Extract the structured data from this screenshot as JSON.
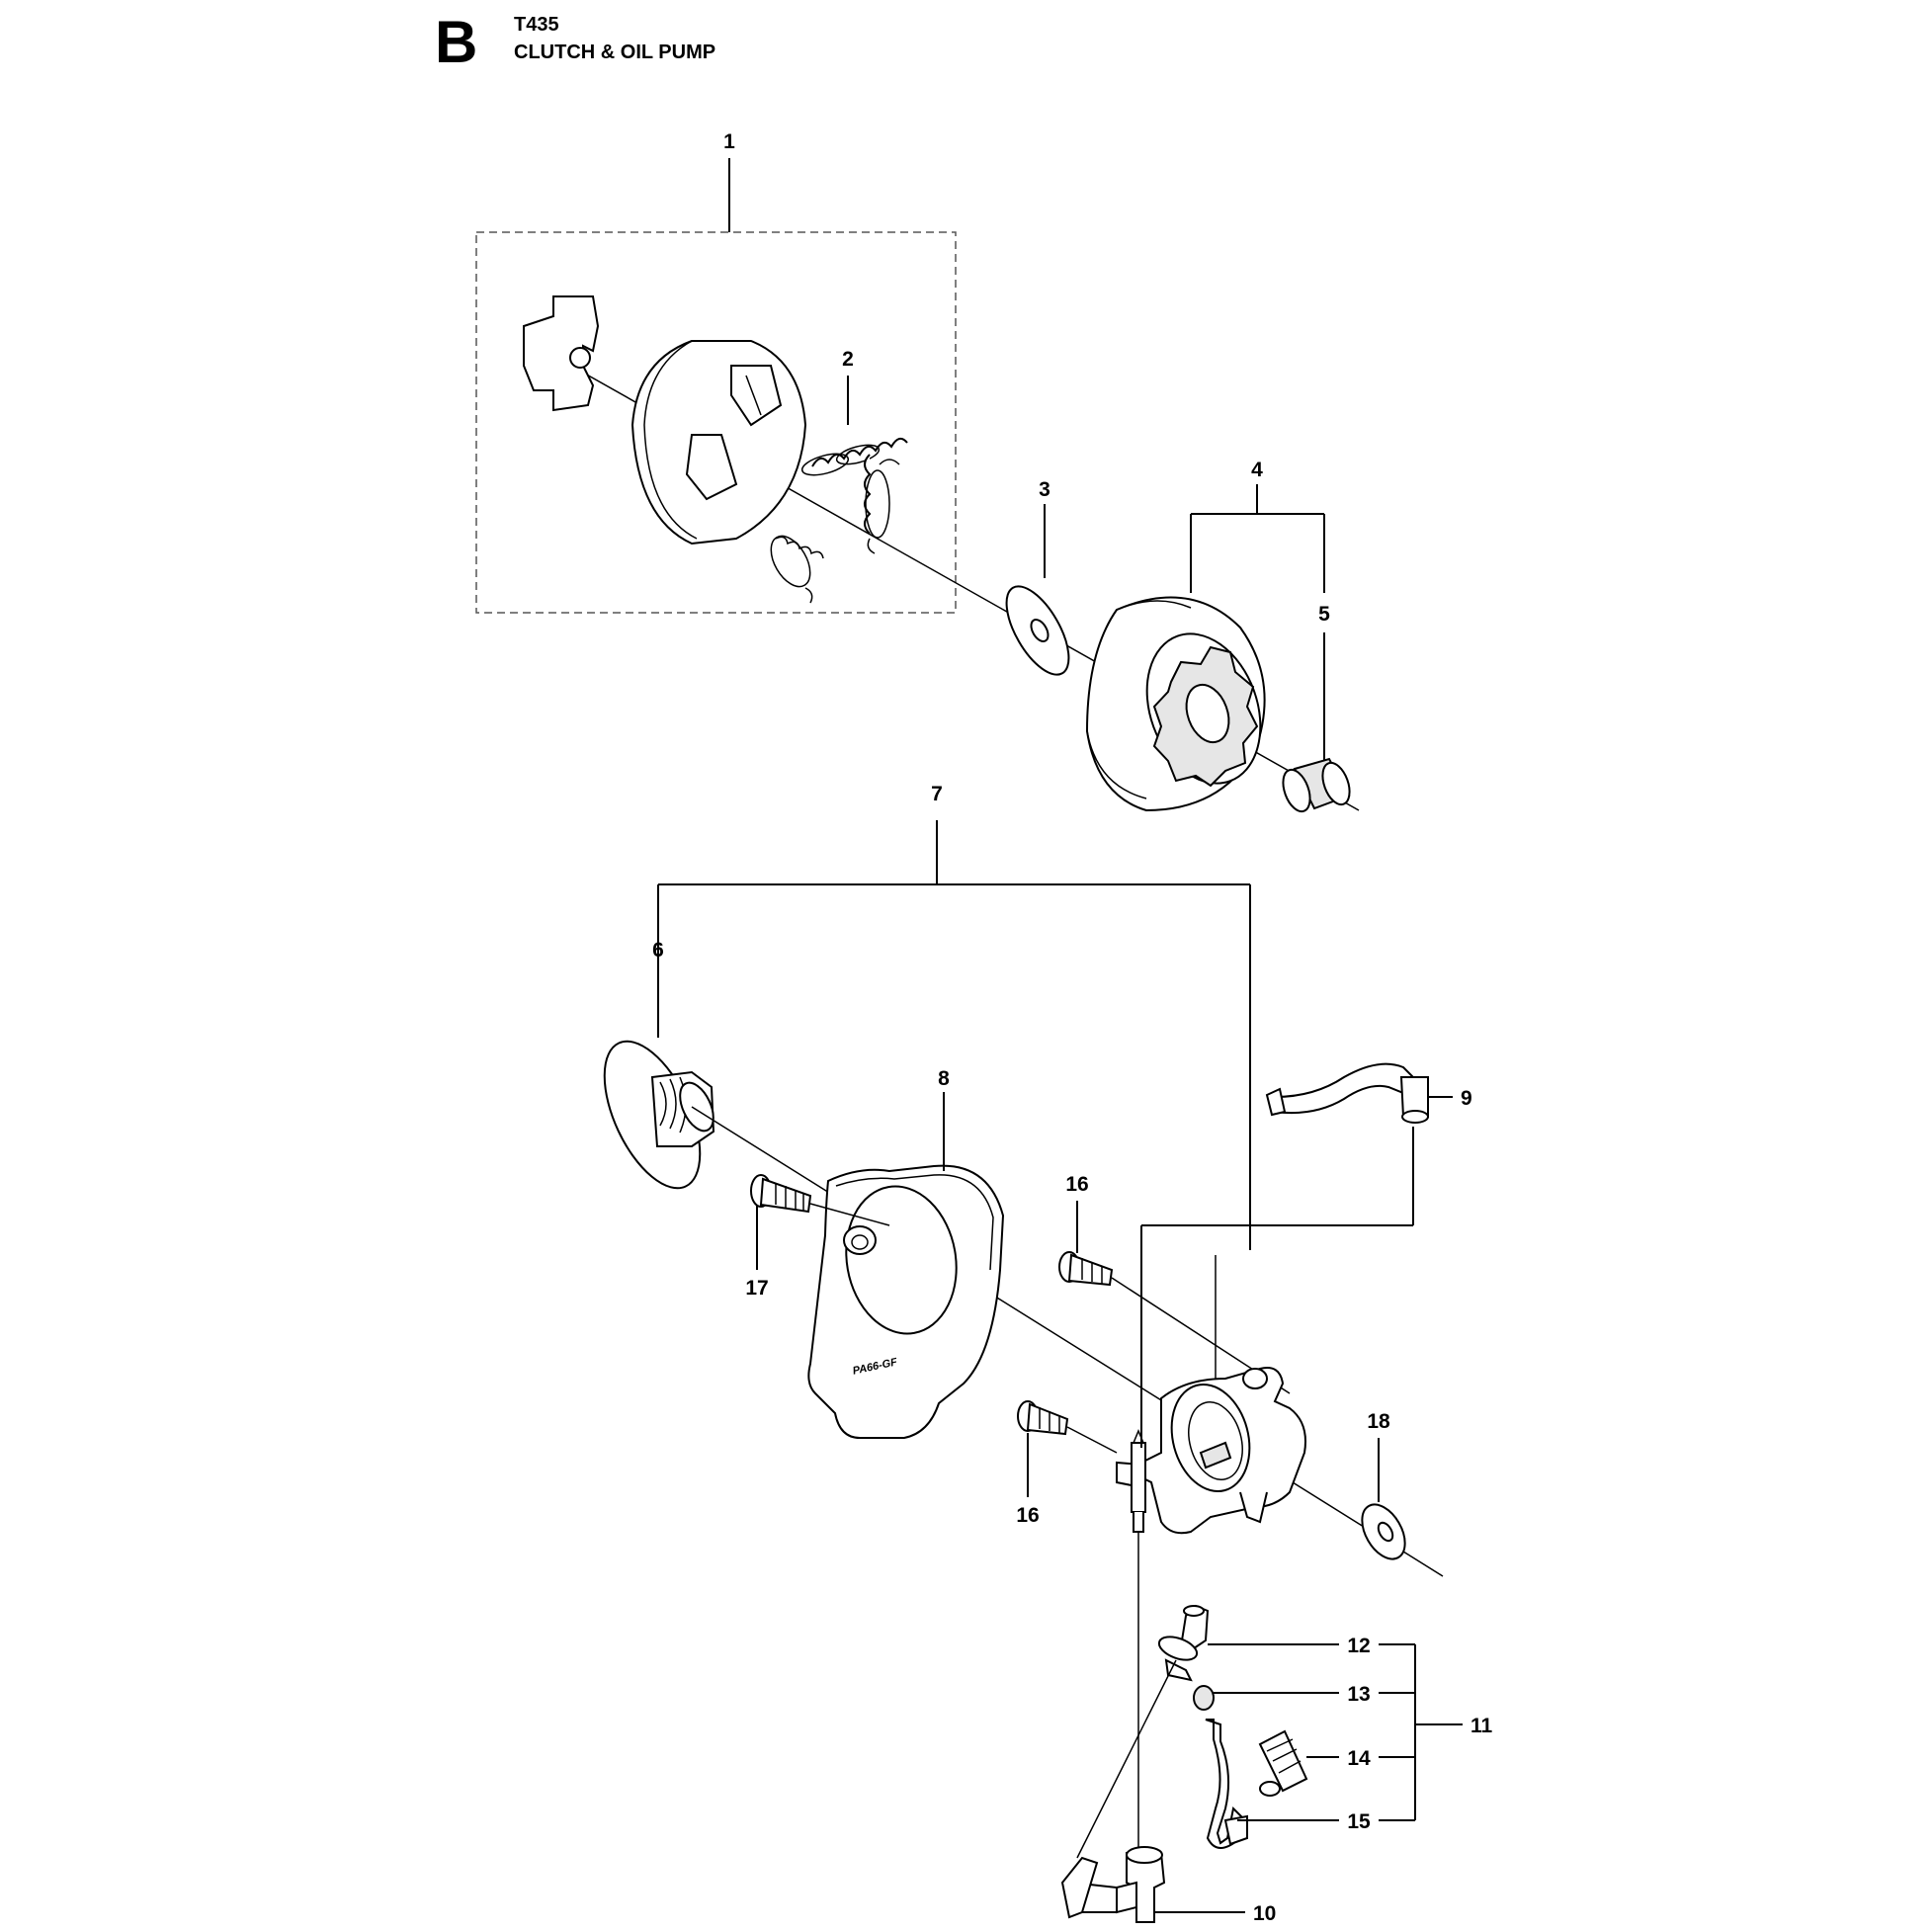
{
  "header": {
    "section_letter": "B",
    "model": "T435",
    "title": "CLUTCH & OIL PUMP"
  },
  "parts": [
    {
      "number": "1",
      "label": "1"
    },
    {
      "number": "2",
      "label": "2"
    },
    {
      "number": "3",
      "label": "3"
    },
    {
      "number": "4",
      "label": "4"
    },
    {
      "number": "5",
      "label": "5"
    },
    {
      "number": "6",
      "label": "6"
    },
    {
      "number": "7",
      "label": "7"
    },
    {
      "number": "8",
      "label": "8"
    },
    {
      "number": "9",
      "label": "9"
    },
    {
      "number": "10",
      "label": "10"
    },
    {
      "number": "11",
      "label": "11"
    },
    {
      "number": "12",
      "label": "12"
    },
    {
      "number": "13",
      "label": "13"
    },
    {
      "number": "14",
      "label": "14"
    },
    {
      "number": "15",
      "label": "15"
    },
    {
      "number": "16",
      "label": "16"
    },
    {
      "number": "16",
      "label": "16"
    },
    {
      "number": "17",
      "label": "17"
    },
    {
      "number": "18",
      "label": "18"
    }
  ],
  "imprint_text": "PA66-GF",
  "colors": {
    "ink": "#000000",
    "background": "#ffffff",
    "shade": "#e6e6e6"
  }
}
